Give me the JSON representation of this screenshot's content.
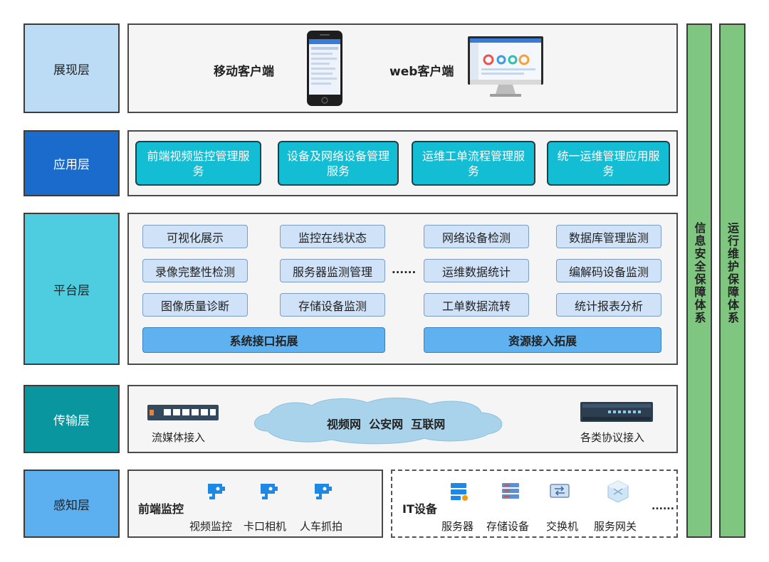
{
  "layers": {
    "presentation": "展现层",
    "application": "应用层",
    "platform": "平台层",
    "transport": "传输层",
    "perception": "感知层"
  },
  "presentation": {
    "mobile_label": "移动客户端",
    "web_label": "web客户端"
  },
  "application": {
    "services": [
      "前端视频监控管理服务",
      "设备及网络设备管理服务",
      "运维工单流程管理服务",
      "统一运维管理应用服务"
    ]
  },
  "platform": {
    "col1": [
      "可视化展示",
      "录像完整性检测",
      "图像质量诊断"
    ],
    "col2": [
      "监控在线状态",
      "服务器监测管理",
      "存储设备监测"
    ],
    "ellipsis": "......",
    "col3": [
      "网络设备检测",
      "运维数据统计",
      "工单数据流转"
    ],
    "col4": [
      "数据库管理监测",
      "编解码设备监测",
      "统计报表分析"
    ],
    "wide_left": "系统接口拓展",
    "wide_right": "资源接入拓展"
  },
  "transport": {
    "left_label": "流媒体接入",
    "cloud_label": "视频网  公安网  互联网",
    "right_label": "各类协议接入"
  },
  "perception": {
    "frontend_title": "前端监控",
    "frontend_items": [
      "视频监控",
      "卡口相机",
      "人车抓拍"
    ],
    "it_title": "IT设备",
    "it_items": [
      "服务器",
      "存储设备",
      "交换机",
      "服务网关"
    ],
    "it_ellipsis": "......"
  },
  "side": {
    "security": "信息安全保障体系",
    "operations": "运行维护保障体系"
  },
  "colors": {
    "presentation": "#bcdcf6",
    "application": "#1a6bcc",
    "platform": "#4ecde0",
    "transport": "#09969f",
    "perception": "#5cb0f0",
    "side": "#7fc781"
  }
}
